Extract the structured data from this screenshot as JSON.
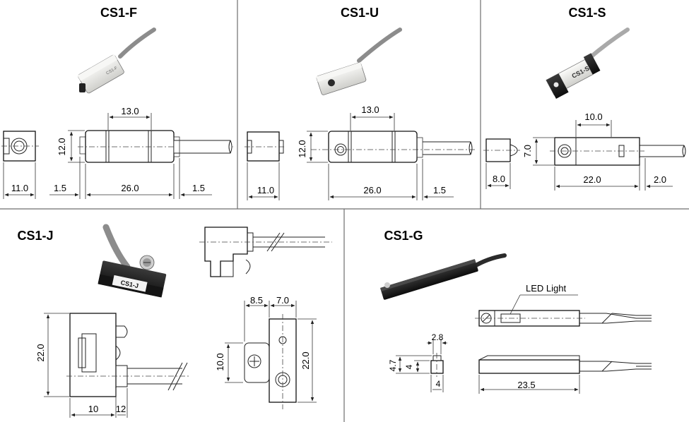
{
  "panels": {
    "cs1f": {
      "title": "CS1-F",
      "dims": {
        "w13": "13.0",
        "h12": "12.0",
        "w11": "11.0",
        "g15a": "1.5",
        "w26": "26.0",
        "g15b": "1.5"
      }
    },
    "cs1u": {
      "title": "CS1-U",
      "dims": {
        "w13": "13.0",
        "h12": "12.0",
        "w11": "11.0",
        "w26": "26.0",
        "g15": "1.5"
      }
    },
    "cs1s": {
      "title": "CS1-S",
      "dims": {
        "w10": "10.0",
        "h7": "7.0",
        "w8": "8.0",
        "w22": "22.0",
        "g2": "2.0"
      },
      "stamp": "CS1-S"
    },
    "cs1j": {
      "title": "CS1-J",
      "stamp": "CS1-J",
      "dims": {
        "h22a": "22.0",
        "w10": "10",
        "w12": "12",
        "w85": "8.5",
        "w7": "7.0",
        "h10": "10.0",
        "h22b": "22.0"
      }
    },
    "cs1g": {
      "title": "CS1-G",
      "led_label": "LED Light",
      "dims": {
        "w28": "2.8",
        "h47": "4.7",
        "h4": "4",
        "w4": "4",
        "w235": "23.5"
      }
    }
  },
  "colors": {
    "line": "#222222",
    "divider": "#6e6e6e",
    "sensor_white": "#e9e9e6",
    "sensor_black": "#1f1f1f",
    "cable": "#9a9a9a"
  }
}
